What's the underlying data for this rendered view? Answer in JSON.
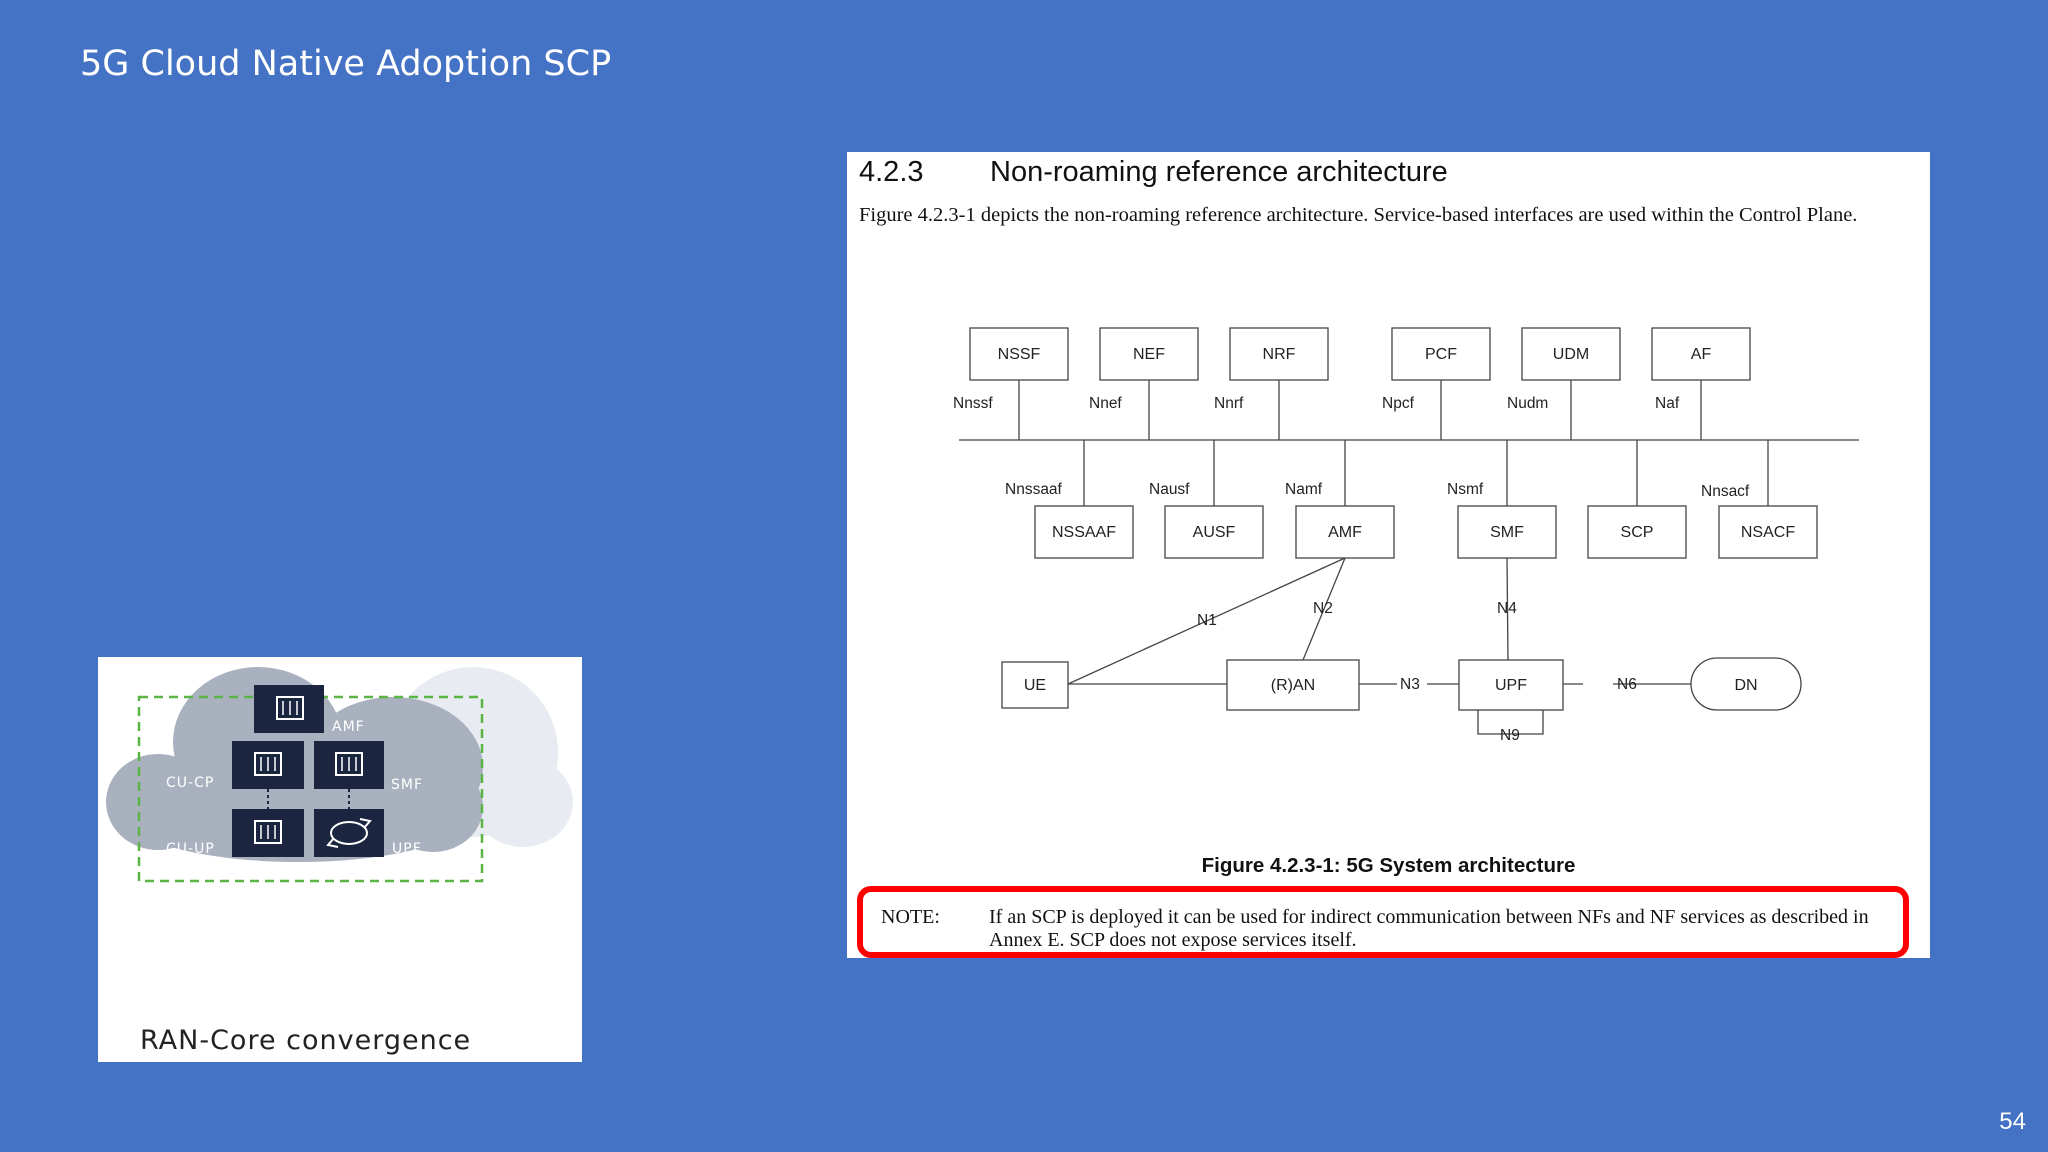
{
  "slide": {
    "title": "5G Cloud Native Adoption SCP",
    "page_number": "54"
  },
  "ran_core": {
    "caption": "RAN-Core convergence",
    "labels": {
      "amf": "AMF",
      "cu_cp": "CU-CP",
      "smf": "SMF",
      "cu_up": "CU-UP",
      "upf": "UPF"
    }
  },
  "spec": {
    "clause_number": "4.2.3",
    "clause_title": "Non-roaming reference architecture",
    "intro": "Figure 4.2.3-1 depicts the non-roaming reference architecture. Service-based interfaces are used within the Control Plane.",
    "figure_caption": "Figure 4.2.3-1: 5G System architecture",
    "note_label": "NOTE:",
    "note_text": "If an SCP is deployed it can be used for indirect communication between NFs and NF services as described in Annex E. SCP does not expose services itself.",
    "nodes": {
      "nssf": "NSSF",
      "nef": "NEF",
      "nrf": "NRF",
      "pcf": "PCF",
      "udm": "UDM",
      "af": "AF",
      "nssaaf": "NSSAAF",
      "ausf": "AUSF",
      "amf": "AMF",
      "smf": "SMF",
      "scp": "SCP",
      "nsacf": "NSACF",
      "ue": "UE",
      "ran": "(R)AN",
      "upf": "UPF",
      "dn": "DN"
    },
    "interfaces": {
      "nnssf": "Nnssf",
      "nnef": "Nnef",
      "nnrf": "Nnrf",
      "npcf": "Npcf",
      "nudm": "Nudm",
      "naf": "Naf",
      "nnssaaf": "Nnssaaf",
      "nausf": "Nausf",
      "namf": "Namf",
      "nsmf": "Nsmf",
      "nnsacf": "Nnsacf",
      "n1": "N1",
      "n2": "N2",
      "n3": "N3",
      "n4": "N4",
      "n6": "N6",
      "n9": "N9"
    }
  }
}
